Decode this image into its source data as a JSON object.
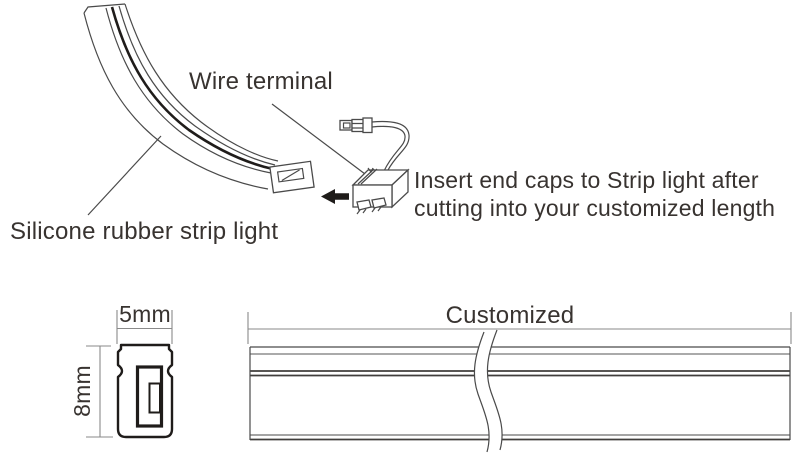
{
  "diagram": {
    "title": "Silicone rubber strip light end-cap installation and dimensions",
    "colors": {
      "background": "#ffffff",
      "line_color": "#4a4a4a",
      "dark_line_color": "#1f1c1a",
      "dim_line_color": "#8a8a8a",
      "text_color": "#383330"
    },
    "labels": {
      "wire_terminal": "Wire terminal",
      "strip_light": "Silicone rubber strip light",
      "end_cap_note": "Insert end caps to Strip light after\ncutting into your customized length",
      "cross_section_width": "5mm",
      "cross_section_height": "8mm",
      "strip_length": "Customized"
    },
    "icons": {
      "insert_direction": "left-arrow-icon"
    }
  }
}
